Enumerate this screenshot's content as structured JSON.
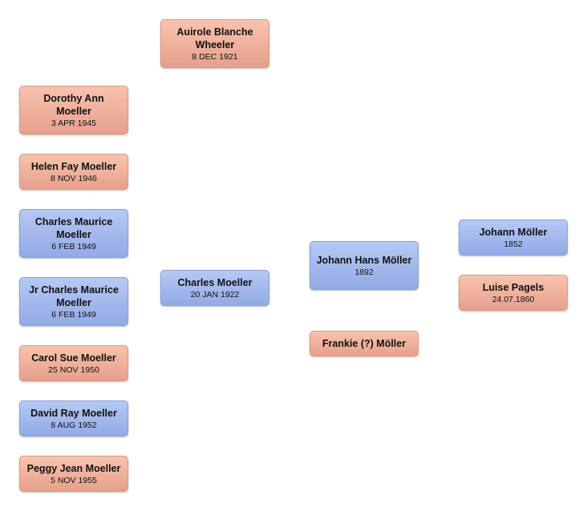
{
  "people": {
    "auirole": {
      "name": "Auirole Blanche Wheeler",
      "date": "8 DEC 1921",
      "gender": "female"
    },
    "dorothy": {
      "name": "Dorothy Ann Moeller",
      "date": "3 APR 1945",
      "gender": "female"
    },
    "helen": {
      "name": "Helen Fay Moeller",
      "date": "8 NOV 1946",
      "gender": "female"
    },
    "charles_maurice": {
      "name": "Charles Maurice Moeller",
      "date": "6 FEB 1949",
      "gender": "male"
    },
    "jr_charles_maurice": {
      "name": "Jr Charles Maurice Moeller",
      "date": "6 FEB 1949",
      "gender": "male"
    },
    "carol": {
      "name": "Carol Sue Moeller",
      "date": "25 NOV 1950",
      "gender": "female"
    },
    "david": {
      "name": "David Ray Moeller",
      "date": "8 AUG 1952",
      "gender": "male"
    },
    "peggy": {
      "name": "Peggy Jean Moeller",
      "date": "5 NOV 1955",
      "gender": "female"
    },
    "charles": {
      "name": "Charles Moeller",
      "date": "20 JAN 1922",
      "gender": "male"
    },
    "johann_hans": {
      "name": "Johann Hans Möller",
      "date": "1892",
      "gender": "male"
    },
    "frankie": {
      "name": "Frankie (?) Möller",
      "date": "",
      "gender": "female"
    },
    "johann": {
      "name": "Johann Möller",
      "date": "1852",
      "gender": "male"
    },
    "luise": {
      "name": "Luise Pagels",
      "date": "24.07.1860",
      "gender": "female"
    }
  }
}
